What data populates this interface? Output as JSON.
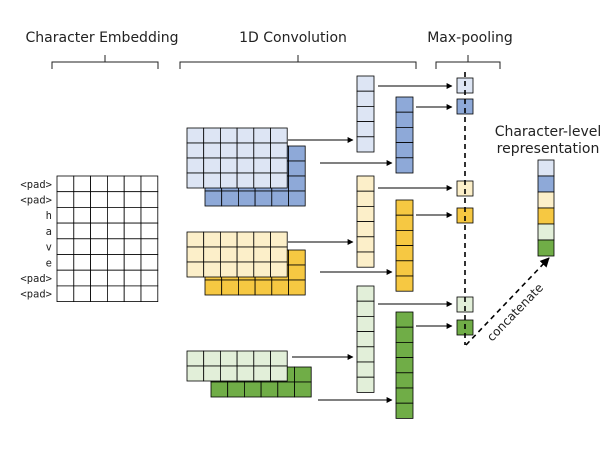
{
  "headings": {
    "embedding": "Character Embedding",
    "convolution": "1D Convolution",
    "pooling": "Max-pooling",
    "output_line1": "Character-level",
    "output_line2": "representation"
  },
  "tokens": [
    "<pad>",
    "<pad>",
    "h",
    "a",
    "v",
    "e",
    "<pad>",
    "<pad>"
  ],
  "concat_label": "concatenate",
  "colors": {
    "blue_light": "#dde5f4",
    "blue_dark": "#8ea9d8",
    "yellow_light": "#fcefc9",
    "yellow_dark": "#f6c842",
    "green_light": "#e2efd9",
    "green_dark": "#70ad47",
    "grid_line": "#000000",
    "arrow": "#000000"
  },
  "filter_groups": [
    {
      "name": "blue",
      "filters": 2,
      "width_chars": 6
    },
    {
      "name": "yellow",
      "filters": 2,
      "width_chars": 6
    },
    {
      "name": "green",
      "filters": 2,
      "width_chars": 6
    }
  ],
  "output_vector_colors": [
    "blue_light",
    "blue_dark",
    "yellow_light",
    "yellow_dark",
    "green_light",
    "green_dark"
  ]
}
